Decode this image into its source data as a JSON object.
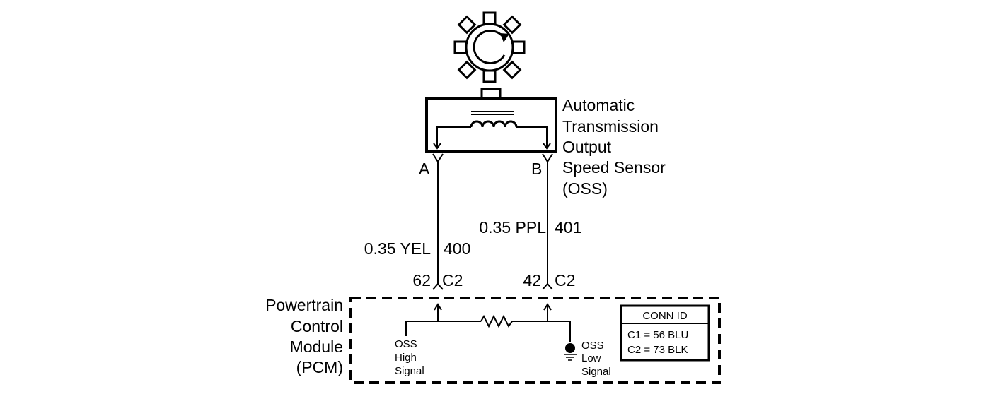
{
  "sensor": {
    "name_lines": [
      "Automatic",
      "Transmission",
      "Output",
      "Speed Sensor",
      "(OSS)"
    ],
    "pin_a": "A",
    "pin_b": "B"
  },
  "wires": [
    {
      "gauge_color": "0.35 YEL",
      "circuit": "400",
      "pcm_pin": "62",
      "connector": "C2"
    },
    {
      "gauge_color": "0.35 PPL",
      "circuit": "401",
      "pcm_pin": "42",
      "connector": "C2"
    }
  ],
  "pcm": {
    "name_lines": [
      "Powertrain",
      "Control",
      "Module",
      "(PCM)"
    ],
    "high_signal_lines": [
      "OSS",
      "High",
      "Signal"
    ],
    "low_signal_lines": [
      "OSS",
      "Low",
      "Signal"
    ]
  },
  "conn_id": {
    "title": "CONN ID",
    "rows": [
      "C1 = 56 BLU",
      "C2 = 73 BLK"
    ]
  }
}
